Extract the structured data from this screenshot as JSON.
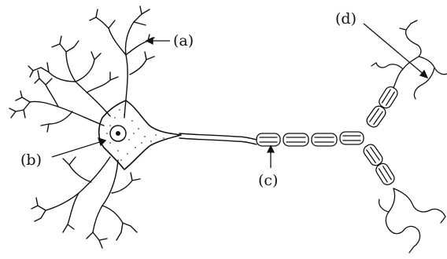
{
  "labels": {
    "a": "(a)",
    "b": "(b)",
    "c": "(c)",
    "d": "(d)"
  },
  "colors": {
    "ink": "#111111",
    "background": "#ffffff"
  }
}
